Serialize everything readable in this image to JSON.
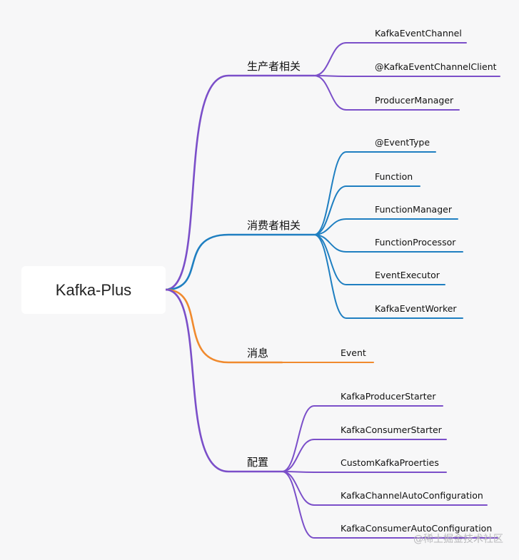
{
  "root": {
    "label": "Kafka-Plus"
  },
  "branches": [
    {
      "id": "producer",
      "label": "生产者相关",
      "color": "#7b4fc9",
      "children": [
        "KafkaEventChannel",
        "@KafkaEventChannelClient",
        "ProducerManager"
      ]
    },
    {
      "id": "consumer",
      "label": "消费者相关",
      "color": "#1f7fc1",
      "children": [
        "@EventType",
        "Function",
        "FunctionManager",
        "FunctionProcessor",
        "EventExecutor",
        "KafkaEventWorker"
      ]
    },
    {
      "id": "message",
      "label": "消息",
      "color": "#f08a2e",
      "children": [
        "Event"
      ]
    },
    {
      "id": "config",
      "label": "配置",
      "color": "#7b4fc9",
      "children": [
        "KafkaProducerStarter",
        "KafkaConsumerStarter",
        "CustomKafkaProerties",
        "KafkaChannelAutoConfiguration",
        "KafkaConsumerAutoConfiguration"
      ]
    }
  ],
  "watermark": "@稀土掘金技术社区"
}
